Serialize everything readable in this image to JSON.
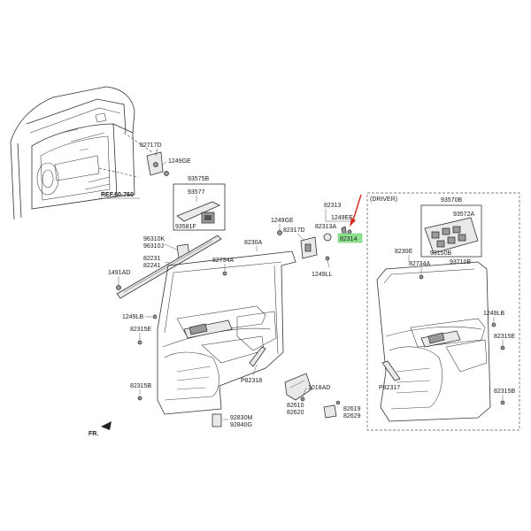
{
  "labels": {
    "ref": "REF.60-760",
    "fr": "FR.",
    "driver": "(DRIVER)",
    "p82717D": "82717D",
    "p1249GE_top": "1249GE",
    "p93575B": "93575B",
    "p93577": "93577",
    "p93581F": "93581F",
    "p96310K": "96310K",
    "p96310J": "96310J",
    "p82231": "82231",
    "p82241": "82241",
    "p1491AD": "1491AD",
    "p1249GE_mid": "1249GE",
    "p8230A": "8230A",
    "p82734A_left": "82734A",
    "p82317D": "82317D",
    "p82313": "82313",
    "p82313A": "82313A",
    "p1249EE": "1249EE",
    "p82314": "82314",
    "p1249LL": "1249LL",
    "p1249LB_left": "1249LB",
    "p82315E_left": "82315E",
    "p82315B_left": "82315B",
    "pP82318": "P82318",
    "p1018AD": "1018AD",
    "p82610": "82610",
    "p82620": "82620",
    "p82619": "82619",
    "p82629": "82629",
    "p92830M": "92830M",
    "p92840G": "92840G",
    "p93570B": "93570B",
    "p93572A": "93572A",
    "p8230E": "8230E",
    "p82734A_right": "82734A",
    "p93150B": "93150B",
    "p93710B": "93710B",
    "p1249LB_right": "1249LB",
    "p82315E_right": "82315E",
    "pP82317": "P82317",
    "p82315B_right": "82315B"
  },
  "colors": {
    "highlight": "#8fe38f",
    "arrow": "#d9261c",
    "line": "#333333"
  }
}
